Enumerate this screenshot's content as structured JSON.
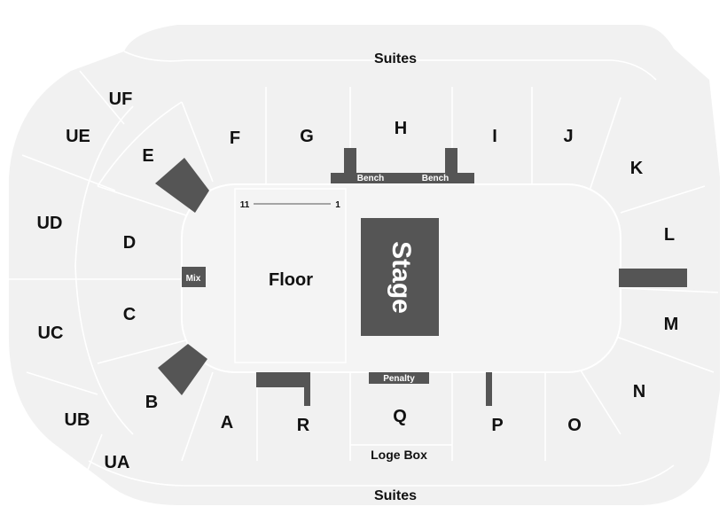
{
  "venue": {
    "suites_top": "Suites",
    "suites_bottom": "Suites",
    "floor": "Floor",
    "stage": "Stage",
    "mix": "Mix",
    "bench_left": "Bench",
    "bench_right": "Bench",
    "penalty": "Penalty",
    "loge_box": "Loge Box",
    "floor_rows_start": "11",
    "floor_rows_end": "1"
  },
  "sections": {
    "upper": [
      "UF",
      "UE",
      "UD",
      "UC",
      "UB",
      "UA"
    ],
    "lower": [
      "A",
      "B",
      "C",
      "D",
      "E",
      "F",
      "G",
      "H",
      "I",
      "J",
      "K",
      "L",
      "M",
      "N",
      "O",
      "P",
      "Q",
      "R"
    ]
  },
  "colors": {
    "section_fill": "#f1f1f1",
    "feature_dark": "#555555",
    "background": "#ffffff"
  }
}
